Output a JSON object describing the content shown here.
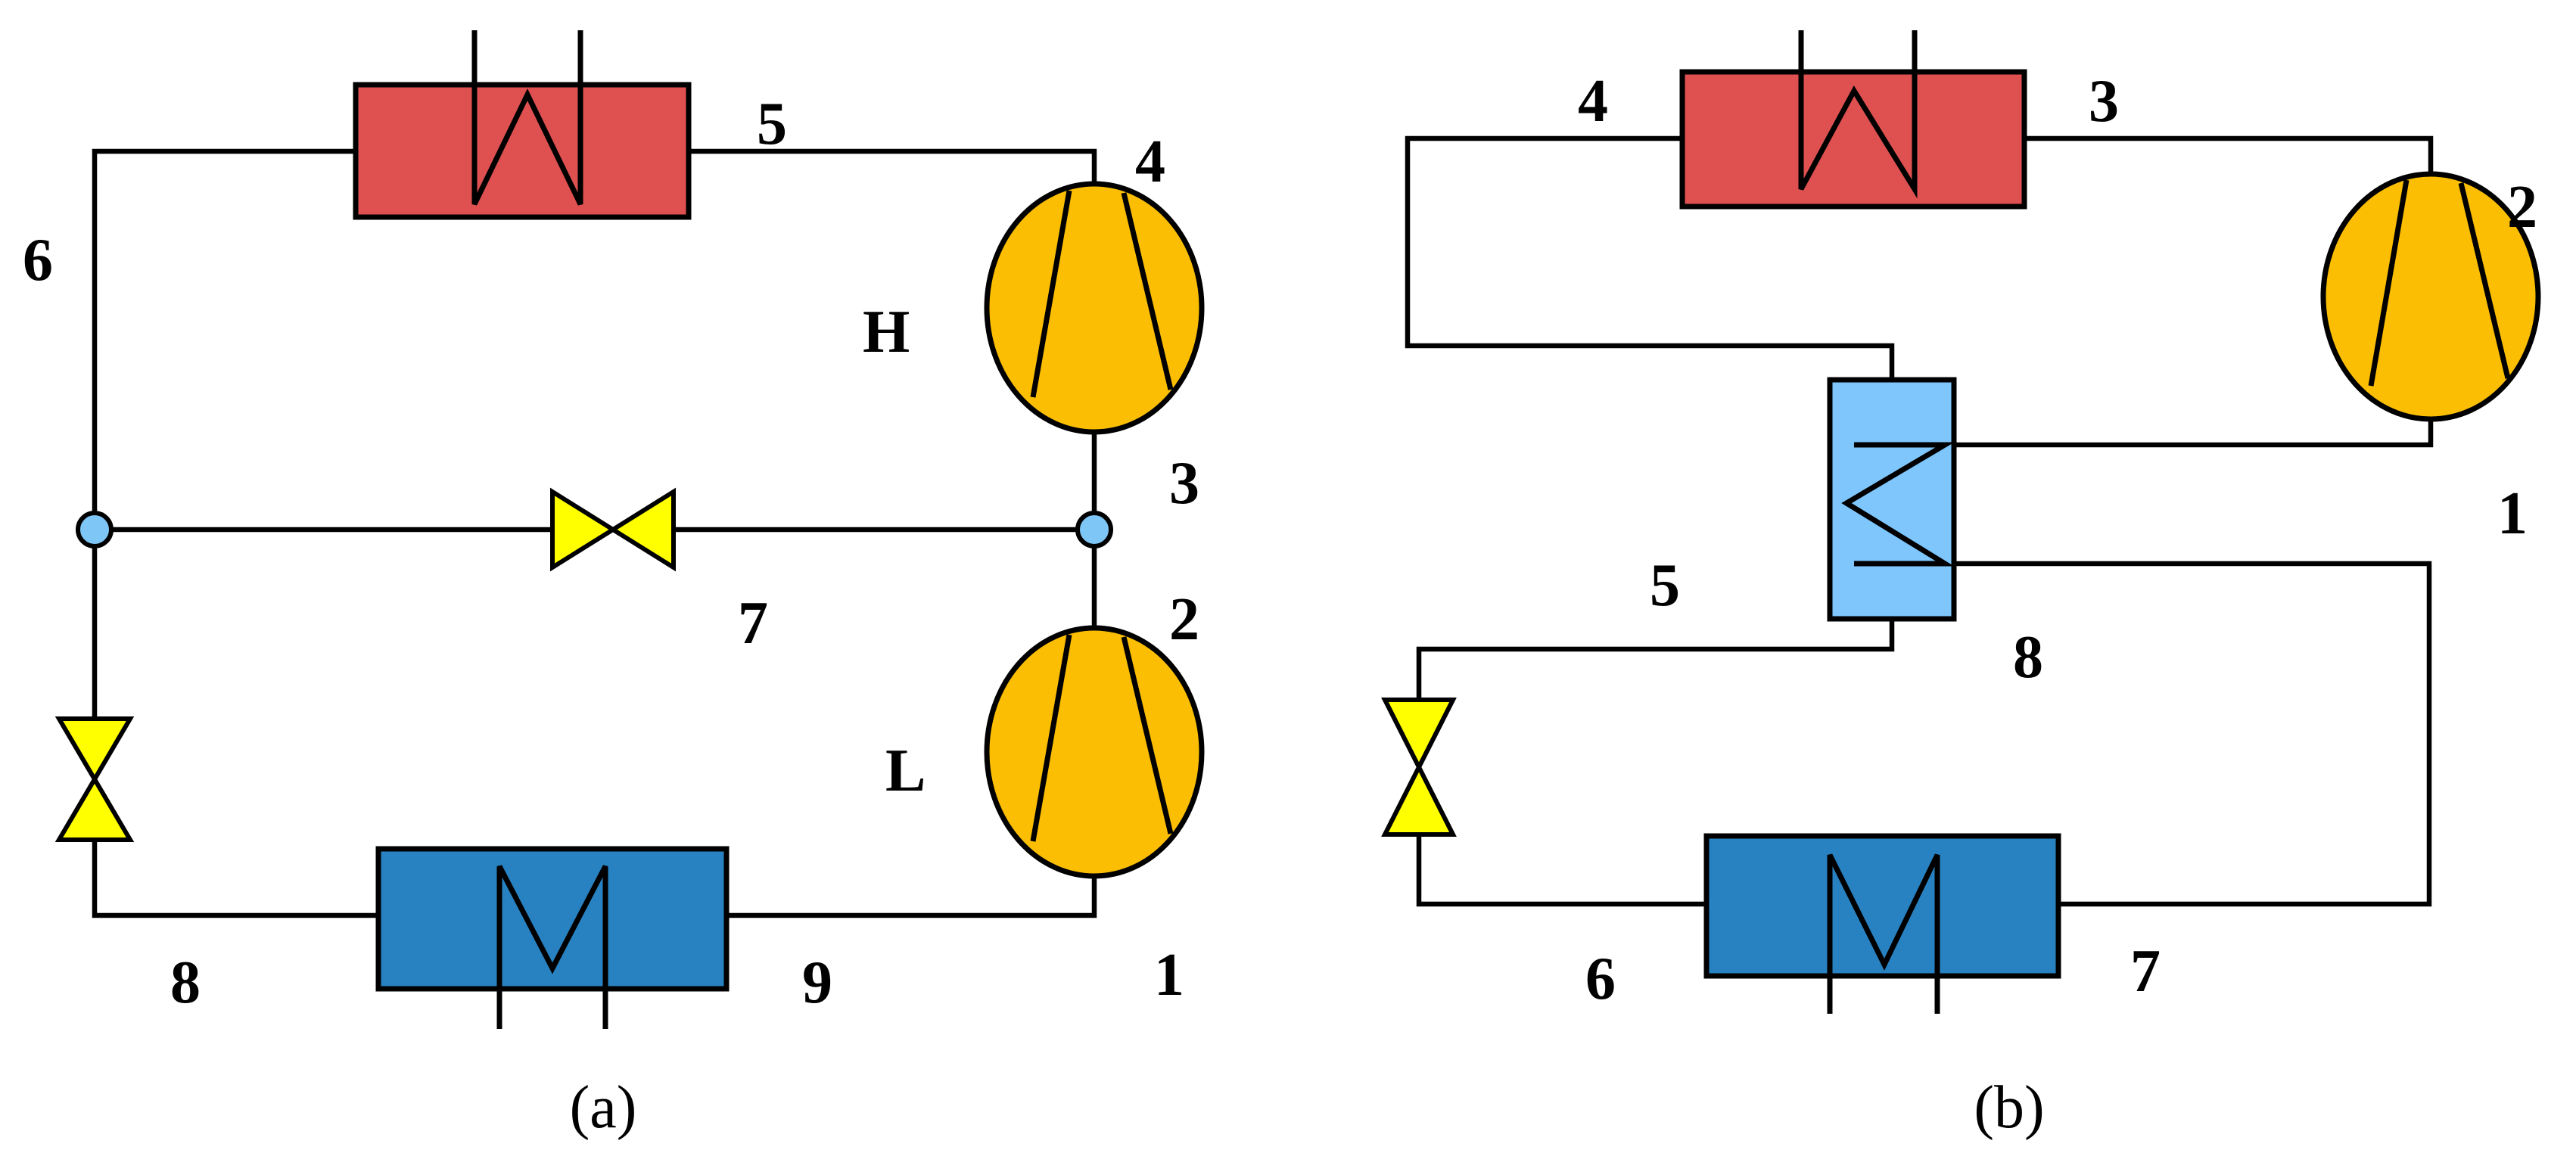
{
  "colors": {
    "condenser": "#df5050",
    "evaporator": "#2882c1",
    "compressor": "#fbbe02",
    "valve": "#ffff00",
    "junction": "#7ec6f6",
    "recuperator": "#7ec6fc"
  },
  "diagram_a": {
    "caption": "(a)",
    "points": {
      "p1": "1",
      "p2": "2",
      "p3": "3",
      "p4": "4",
      "p5": "5",
      "p6": "6",
      "p7": "7",
      "p8": "8",
      "p9": "9"
    },
    "stages": {
      "high": "H",
      "low": "L"
    }
  },
  "diagram_b": {
    "caption": "(b)",
    "points": {
      "p1": "1",
      "p2": "2",
      "p3": "3",
      "p4": "4",
      "p5": "5",
      "p6": "6",
      "p7": "7",
      "p8": "8"
    }
  }
}
